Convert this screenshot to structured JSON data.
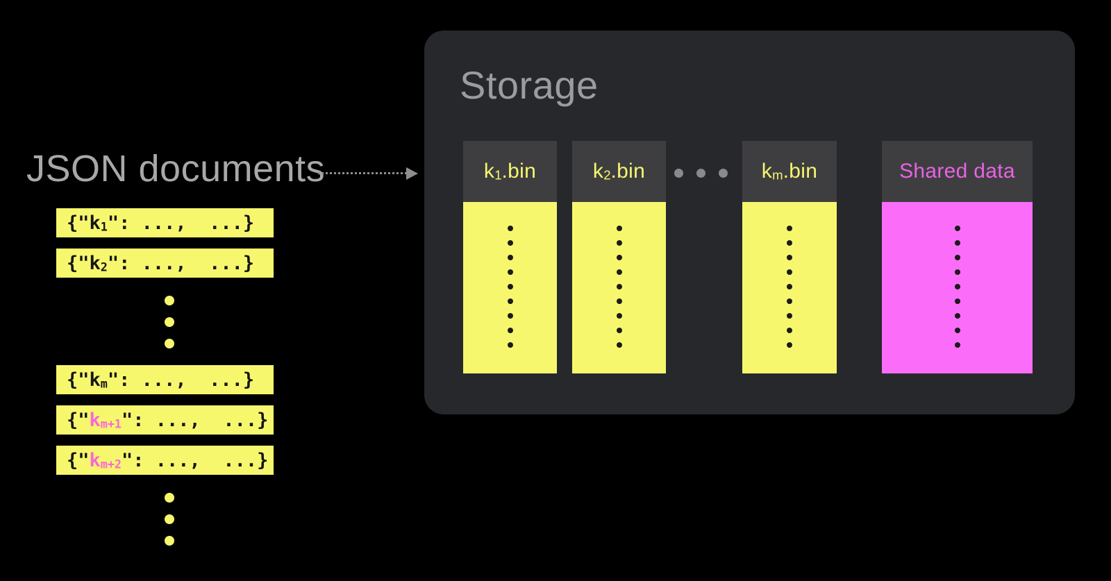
{
  "documents": {
    "label": "JSON documents",
    "bar_prefix": "{\"",
    "bar_suffix": "\": ...,  ...}",
    "ellipsis_dots": 3,
    "rows": [
      {
        "type": "bar",
        "key": "k",
        "sub": "1",
        "highlight": false
      },
      {
        "type": "bar",
        "key": "k",
        "sub": "2",
        "highlight": false
      },
      {
        "type": "dots"
      },
      {
        "type": "bar",
        "key": "k",
        "sub": "m",
        "highlight": false
      },
      {
        "type": "bar",
        "key": "k",
        "sub": "m+1",
        "highlight": true
      },
      {
        "type": "bar",
        "key": "k",
        "sub": "m+2",
        "highlight": true
      },
      {
        "type": "dots"
      }
    ]
  },
  "storage": {
    "title": "Storage",
    "dots_per_column": 9,
    "ellipsis_dots": 3,
    "columns": [
      {
        "kind": "bin",
        "key": "k",
        "sub": "1",
        "ext": ".bin"
      },
      {
        "kind": "bin",
        "key": "k",
        "sub": "2",
        "ext": ".bin"
      },
      {
        "kind": "ellipsis"
      },
      {
        "kind": "bin",
        "key": "k",
        "sub": "m",
        "ext": ".bin"
      },
      {
        "kind": "shared",
        "label": "Shared data"
      }
    ]
  },
  "colors": {
    "yellow": "#f7f76e",
    "magenta": "#fb6df9",
    "pink_text": "#fa66d8",
    "shared_label": "#e863e2",
    "storage_bg": "#26282c",
    "header_bg": "#3e3e41",
    "title_gray": "#9c9c9e",
    "label_gray": "#a8a8a8",
    "arrow_gray": "#8e8e8e",
    "ellipsis_gray": "#8a8a8d",
    "dark_dot": "#1b1b1b",
    "code_black": "#151515"
  }
}
